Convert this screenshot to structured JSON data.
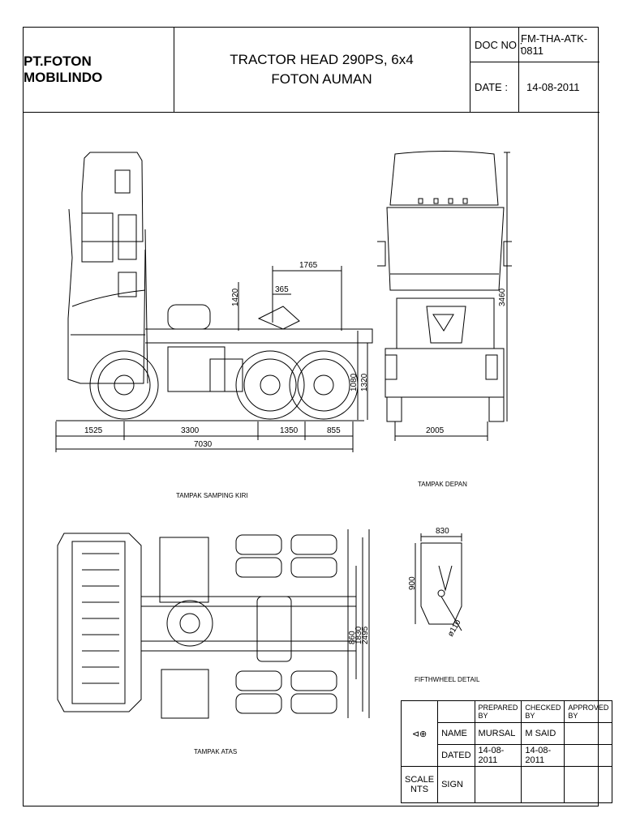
{
  "header": {
    "company": "PT.FOTON MOBILINDO",
    "title_line1": "TRACTOR HEAD 290PS, 6x4",
    "title_line2": "FOTON AUMAN",
    "doc_no_label": "DOC NO :",
    "doc_no_value": "FM-THA-ATK-0811",
    "date_label": "DATE :",
    "date_value": "14-08-2011"
  },
  "views": {
    "side_label": "TAMPAK SAMPING KIRI",
    "front_label": "TAMPAK DEPAN",
    "top_label": "TAMPAK ATAS",
    "fifthwheel_label": "FIFTHWHEEL DETAIL"
  },
  "dimensions": {
    "front_overhang": "1525",
    "wheelbase": "3300",
    "axle_spacing": "1350",
    "rear_overhang": "855",
    "overall_length": "7030",
    "fifthwheel_span": "1765",
    "fifthwheel_offset": "365",
    "cab_to_fifthwheel_height": "1420",
    "fifthwheel_height": "1080",
    "frame_height": "1320",
    "overall_height": "3460",
    "overall_width": "2005",
    "rear_track_inner": "860",
    "rear_track_mid": "1830",
    "rear_track_outer": "2495",
    "fw_width": "830",
    "fw_length": "900",
    "fw_pin": "ø110"
  },
  "signoff": {
    "prepared_by": "PREPARED BY",
    "checked_by": "CHECKED BY",
    "approved_by": "APPROVED BY",
    "name_label": "NAME",
    "dated_label": "DATED",
    "sign_label": "SIGN",
    "scale_label": "SCALE",
    "scale_value": "NTS",
    "prepared_name": "MURSAL",
    "checked_name": "M SAID",
    "prepared_date": "14-08-2011",
    "checked_date": "14-08-2011"
  }
}
